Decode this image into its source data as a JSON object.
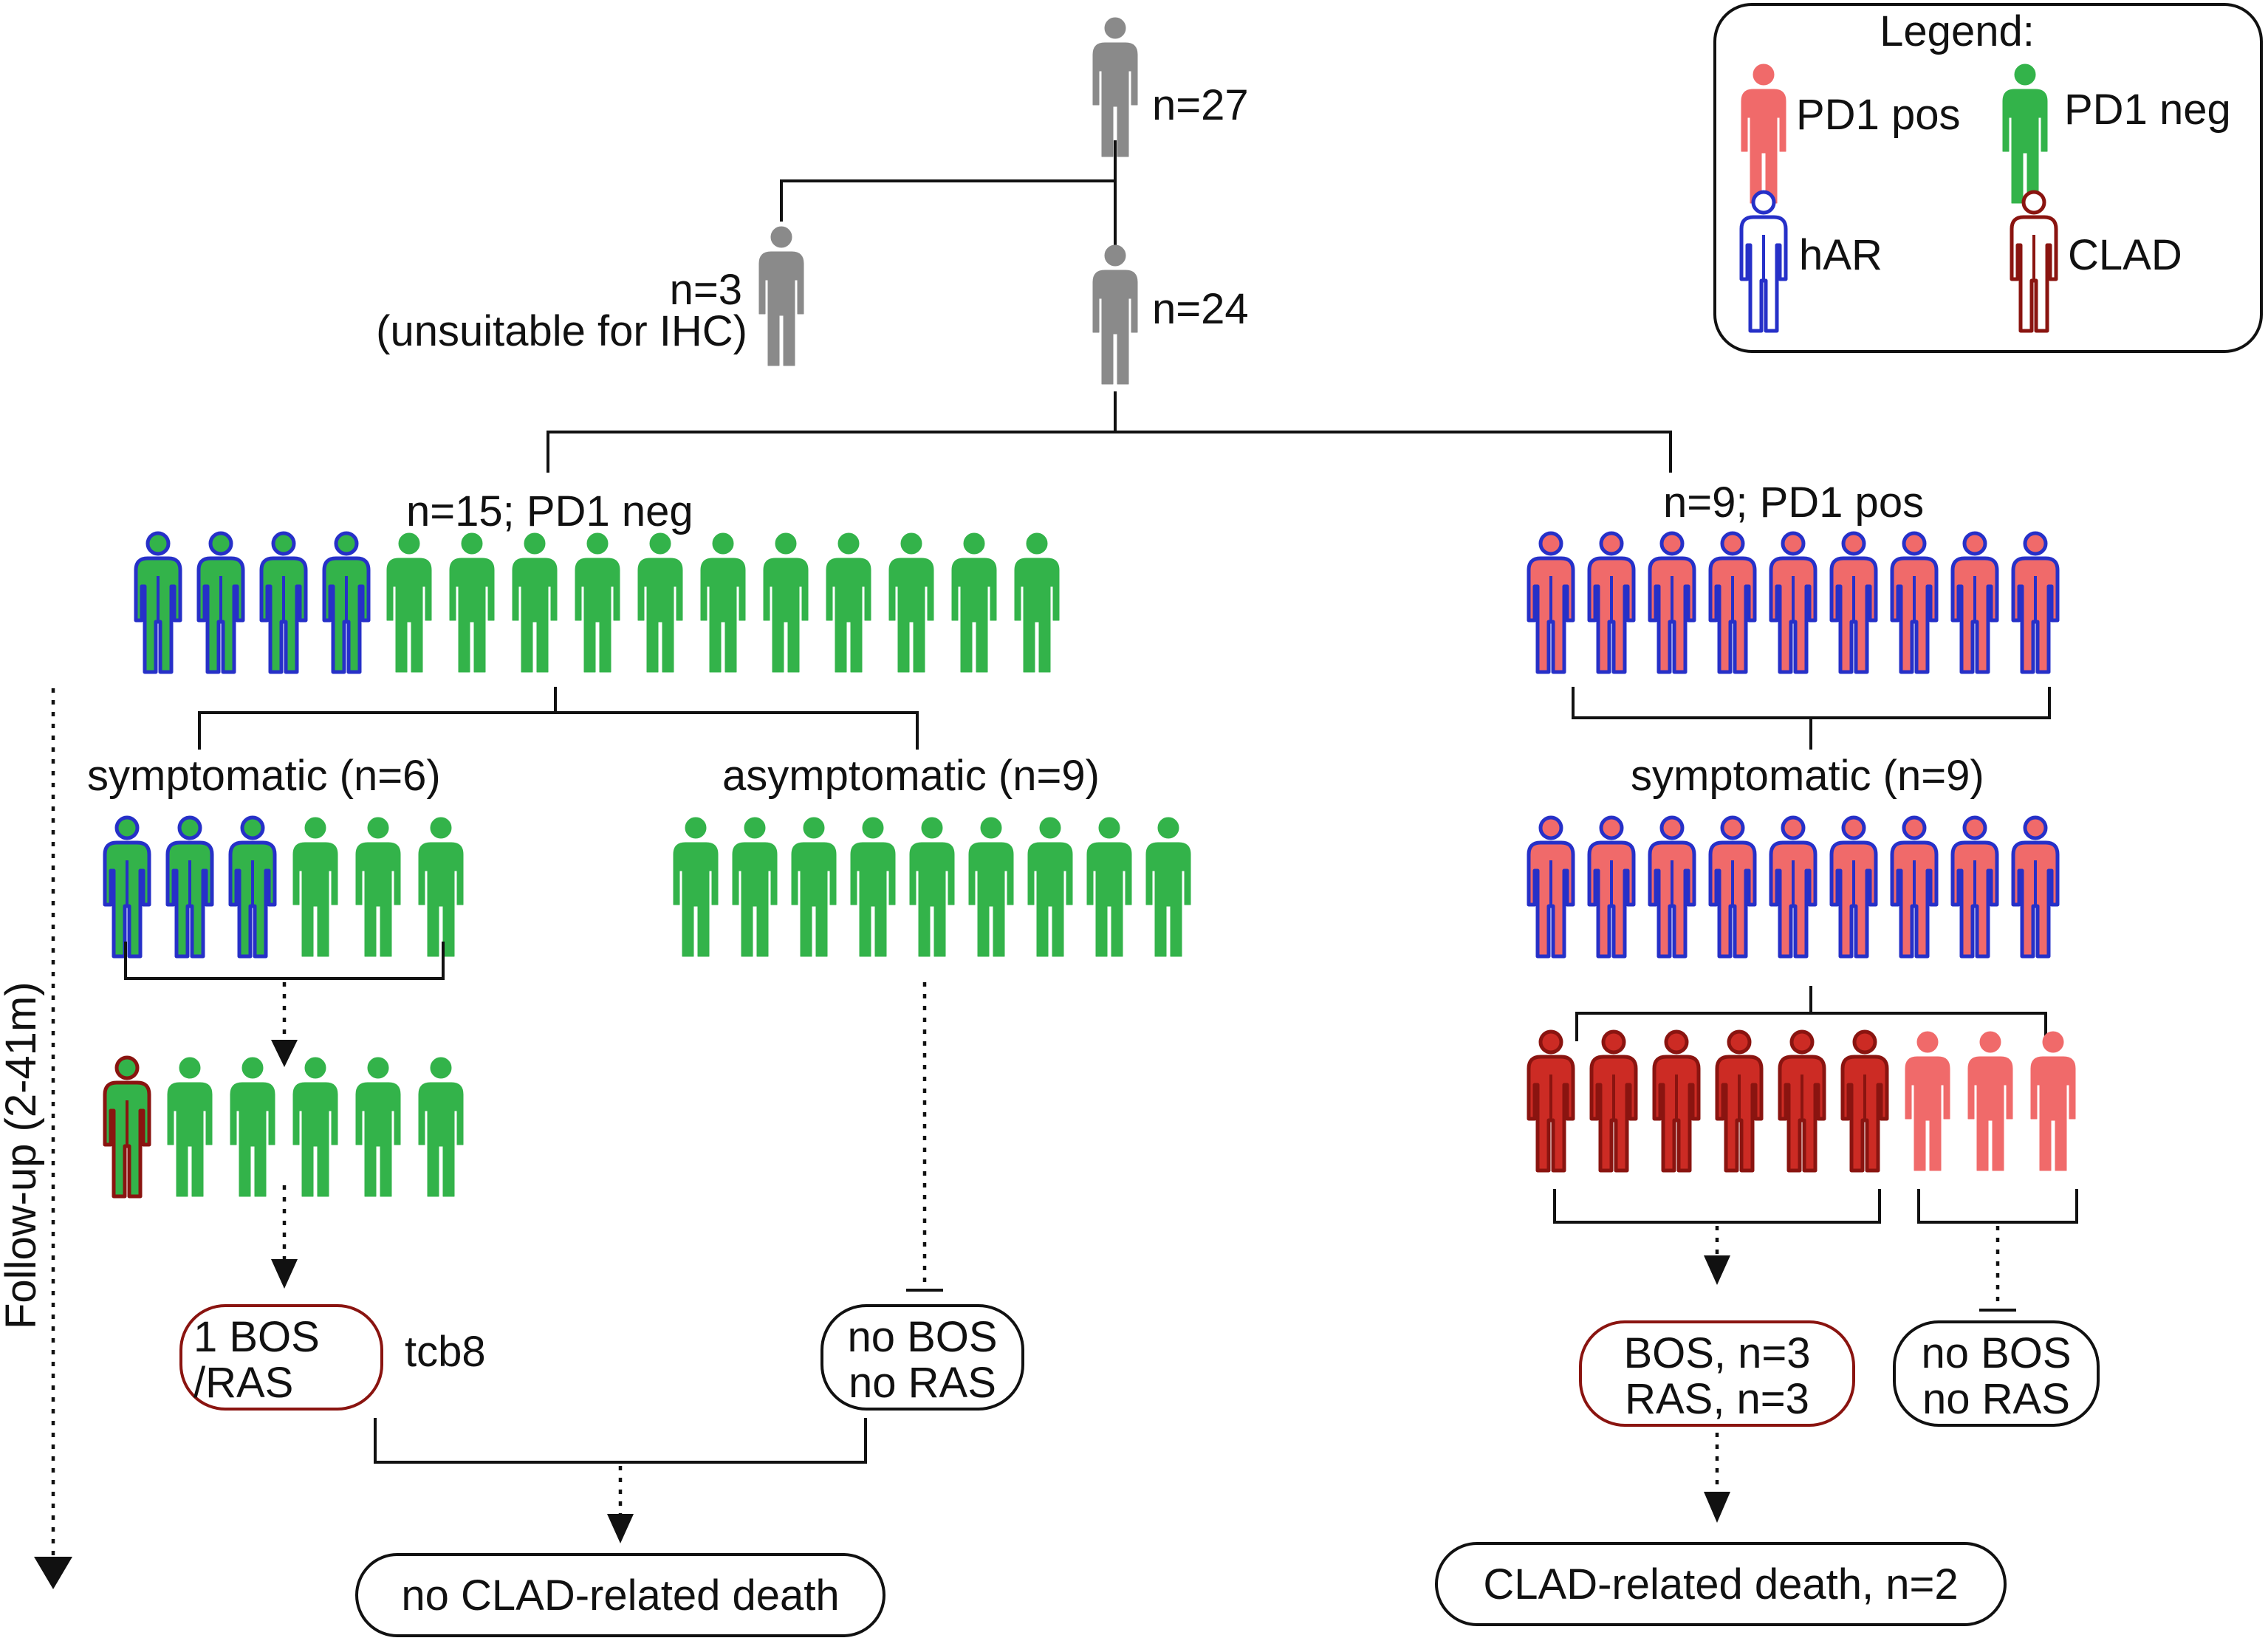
{
  "colors": {
    "pd1_pos": "#f06a6a",
    "pd1_neg": "#33b34a",
    "har_outline": "#2630c8",
    "clad_fill": "#cc2b24",
    "clad_outline": "#8a1410",
    "grey": "#8a8a8a",
    "outcome_clad_border": "#8a1410"
  },
  "legend": {
    "title": "Legend:",
    "pd1_pos": "PD1 pos",
    "pd1_neg": "PD1 neg",
    "har": "hAR",
    "clad": "CLAD"
  },
  "total": {
    "label": "n=27"
  },
  "excluded": {
    "line1": "n=3",
    "line2": "(unsuitable for IHC)"
  },
  "included": {
    "label": "n=24"
  },
  "neg_group": {
    "label": "n=15; PD1 neg",
    "figures": [
      "har_neg",
      "har_neg",
      "har_neg",
      "har_neg",
      "neg",
      "neg",
      "neg",
      "neg",
      "neg",
      "neg",
      "neg",
      "neg",
      "neg",
      "neg",
      "neg"
    ],
    "symptomatic": {
      "label": "symptomatic (n=6)",
      "figures": [
        "har_neg",
        "har_neg",
        "har_neg",
        "neg",
        "neg",
        "neg"
      ],
      "followup_figures": [
        "clad_neg",
        "neg",
        "neg",
        "neg",
        "neg",
        "neg"
      ],
      "outcome_line1": "1 BOS",
      "outcome_line2": "/RAS",
      "outcome_note": "tcb8"
    },
    "asymptomatic": {
      "label": "asymptomatic (n=9)",
      "figures": [
        "neg",
        "neg",
        "neg",
        "neg",
        "neg",
        "neg",
        "neg",
        "neg",
        "neg"
      ],
      "outcome_line1": "no BOS",
      "outcome_line2": "no RAS"
    },
    "final": "no CLAD-related death"
  },
  "pos_group": {
    "label": "n=9; PD1 pos",
    "figures": [
      "har_pos",
      "har_pos",
      "har_pos",
      "har_pos",
      "har_pos",
      "har_pos",
      "har_pos",
      "har_pos",
      "har_pos"
    ],
    "symptomatic": {
      "label": "symptomatic (n=9)",
      "figures": [
        "har_pos",
        "har_pos",
        "har_pos",
        "har_pos",
        "har_pos",
        "har_pos",
        "har_pos",
        "har_pos",
        "har_pos"
      ]
    },
    "followup_figures": [
      "clad_pos",
      "clad_pos",
      "clad_pos",
      "clad_pos",
      "clad_pos",
      "clad_pos",
      "pos",
      "pos",
      "pos"
    ],
    "clad_outcome_line1": "BOS, n=3",
    "clad_outcome_line2": "RAS, n=3",
    "nonclad_outcome_line1": "no BOS",
    "nonclad_outcome_line2": "no RAS",
    "final": "CLAD-related death, n=2"
  },
  "followup_axis": "Follow-up (2-41m)"
}
